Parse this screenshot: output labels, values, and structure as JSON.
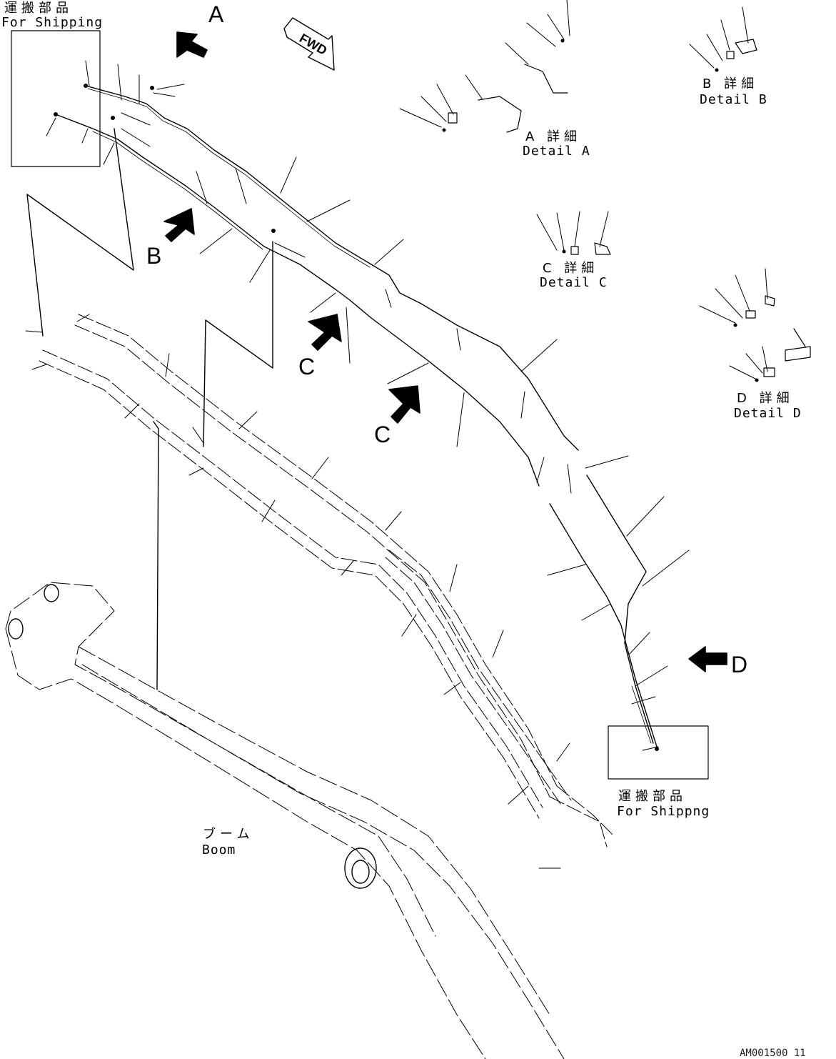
{
  "shipping_top": {
    "jp": "運搬部品",
    "en": "For Shipping"
  },
  "shipping_bottom": {
    "jp": "運搬部品",
    "en": "For Shippng"
  },
  "detail_a": {
    "jp": "A 詳細",
    "en": "Detail A"
  },
  "detail_b": {
    "jp": "B 詳細",
    "en": "Detail B"
  },
  "detail_c": {
    "jp": "C 詳細",
    "en": "Detail C"
  },
  "detail_d": {
    "jp": "D 詳細",
    "en": "Detail D"
  },
  "boom": {
    "jp": "ブーム",
    "en": "Boom"
  },
  "fwd_label": "FWD",
  "view_letters": {
    "a": "A",
    "b": "B",
    "c1": "C",
    "c2": "C",
    "d": "D"
  },
  "watermark": "AM001500 11"
}
